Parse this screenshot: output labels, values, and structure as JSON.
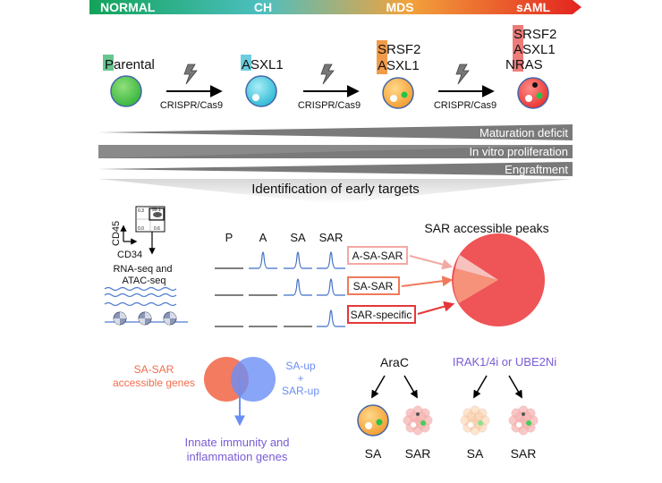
{
  "stages": [
    "NORMAL",
    "CH",
    "MDS",
    "sAML"
  ],
  "lines": {
    "parental": "Parental",
    "asxl1": "ASXL1",
    "srsf2": "SRSF2",
    "nras": "NRAS"
  },
  "method": "CRISPR/Cas9",
  "trends": [
    "Maturation deficit",
    "In vitro proliferation",
    "Engraftment"
  ],
  "early_targets_title": "Identification of early targets",
  "flow": {
    "y_axis": "CD45",
    "x_axis": "CD34",
    "gate_value": "99.1",
    "q_tl": "0.3",
    "q_bl": "0.0",
    "q_br": "0.6",
    "assays": "RNA-seq and\nATAC-seq"
  },
  "track_columns": [
    "P",
    "A",
    "SA",
    "SAR"
  ],
  "peak_labels": [
    "A-SA-SAR",
    "SA-SAR",
    "SAR-specific"
  ],
  "pie_title": "SAR accessible peaks",
  "venn": {
    "left": "SA-SAR\naccessible genes",
    "right": "SA-up\n+\nSAR-up",
    "result": "Innate immunity and\ninflammation genes"
  },
  "drugs": {
    "arac": "AraC",
    "irak": "IRAK1/4i or UBE2Ni",
    "cell_labels": [
      "SA",
      "SAR",
      "SA",
      "SAR"
    ]
  },
  "colors": {
    "normal_green": "#1fa96a",
    "ch_teal": "#3fb9d1",
    "mds_orange": "#f39a3e",
    "saml_red": "#e6302b",
    "venn_orange": "#f26d4f",
    "venn_blue": "#6b8ef5",
    "irak_purple": "#7a5bd6"
  }
}
